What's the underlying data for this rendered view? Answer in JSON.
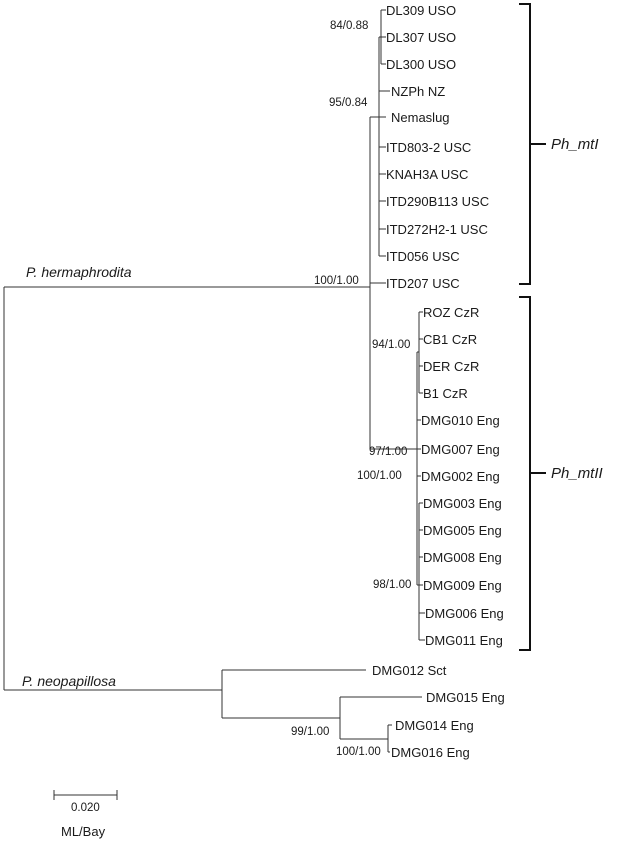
{
  "clades": {
    "hermaphrodita": "P. hermaphrodita",
    "neopapillosa": "P. neopapillosa"
  },
  "groups": {
    "mtI": "Ph_mtI",
    "mtII": "Ph_mtII"
  },
  "leaves": [
    "DL309  USO",
    "DL307  USO",
    "DL300  USO",
    "NZPh  NZ",
    "Nemaslug",
    "ITD803-2  USC",
    "KNAH3A  USC",
    "ITD290B113  USC",
    "ITD272H2-1  USC",
    "ITD056  USC",
    "ITD207  USC",
    "ROZ  CzR",
    "CB1  CzR",
    "DER  CzR",
    "B1  CzR",
    "DMG010  Eng",
    "DMG007  Eng",
    "DMG002  Eng",
    "DMG003  Eng",
    "DMG005  Eng",
    "DMG008  Eng",
    "DMG009  Eng",
    "DMG006  Eng",
    "DMG011  Eng",
    "DMG012  Sct",
    "DMG015  Eng",
    "DMG014  Eng",
    "DMG016  Eng"
  ],
  "support": {
    "usoNode": "84/0.88",
    "mtINode": "95/0.84",
    "hermaphroditaNode": "100/1.00",
    "czrNode": "94/1.00",
    "engNode": "97/1.00",
    "mtIINode": "100/1.00",
    "lowerEngNode": "98/1.00",
    "dmg014Node": "99/1.00",
    "dmg016Node": "100/1.00"
  },
  "scale": {
    "value": "0.020",
    "method": "ML/Bay"
  }
}
